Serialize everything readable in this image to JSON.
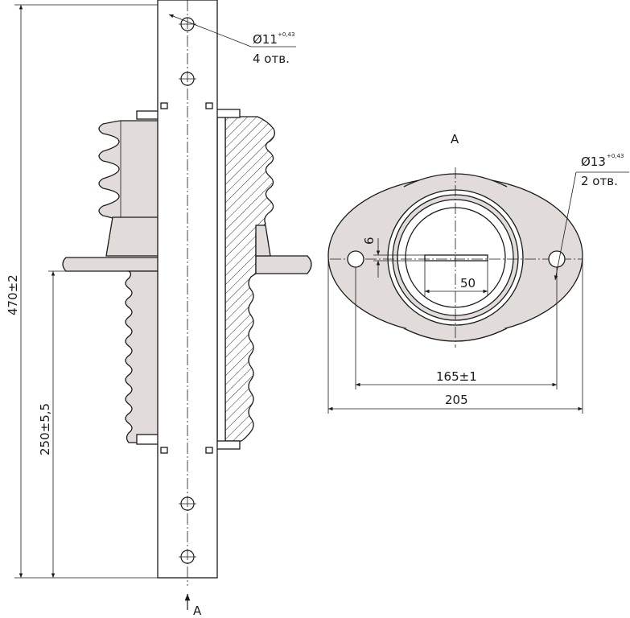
{
  "labels": {
    "hole_top_diameter": "Ø11",
    "hole_top_tolerance": "+0,43",
    "hole_top_count": "4 отв.",
    "hole_plan_diameter": "Ø13",
    "hole_plan_tolerance": "+0,43",
    "hole_plan_count": "2 отв.",
    "view_letter_top": "А",
    "view_letter_bottom": "А",
    "dim_total_height": "470±2",
    "dim_lower_height": "250±5,5",
    "dim_slot_width": "6",
    "dim_slot_length": "50",
    "dim_hole_spacing": "165±1",
    "dim_flange_width": "205"
  },
  "colors": {
    "porcelain": "#e1dcd9",
    "line": "#1a1a1a"
  }
}
